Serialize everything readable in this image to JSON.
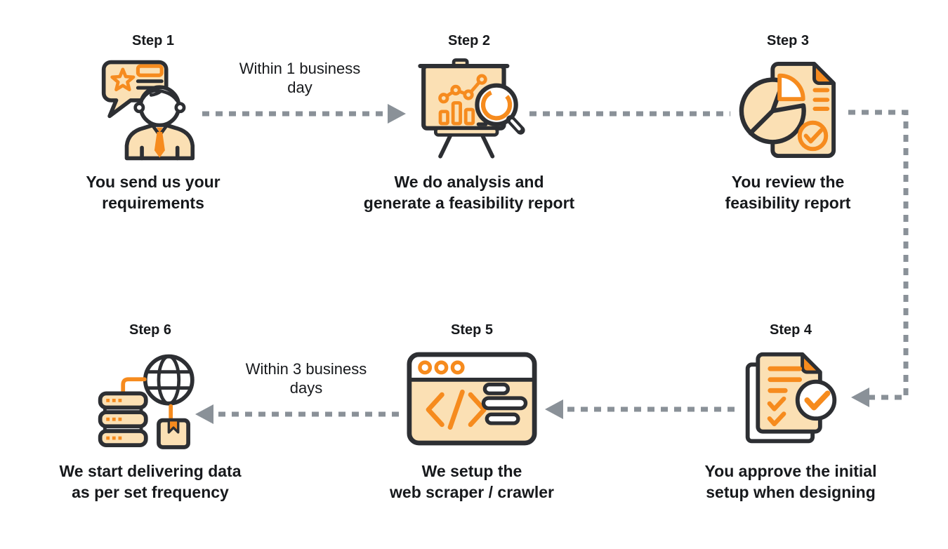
{
  "colors": {
    "ink": "#2d2f33",
    "orange": "#f68b1e",
    "light": "#fbe0b4",
    "gray": "#8a9198",
    "text": "#17191c",
    "bg": "#ffffff"
  },
  "steps": [
    {
      "label": "Step 1",
      "icon": "customer-requirements-icon",
      "caption_lines": [
        "You send us your",
        "requirements"
      ]
    },
    {
      "label": "Step 2",
      "icon": "analysis-report-icon",
      "caption_lines": [
        "We do analysis and",
        "generate a feasibility report"
      ]
    },
    {
      "label": "Step 3",
      "icon": "review-report-icon",
      "caption_lines": [
        "You review the",
        "feasibility report"
      ]
    },
    {
      "label": "Step 4",
      "icon": "approve-setup-icon",
      "caption_lines": [
        "You approve the initial",
        "setup when designing"
      ]
    },
    {
      "label": "Step 5",
      "icon": "web-scraper-icon",
      "caption_lines": [
        "We setup the",
        "web scraper / crawler"
      ]
    },
    {
      "label": "Step 6",
      "icon": "data-delivery-icon",
      "caption_lines": [
        "We start delivering data",
        "as per set frequency"
      ]
    }
  ],
  "connectors": [
    {
      "from": "step-1",
      "to": "step-2",
      "style": "dashed-arrow",
      "label_lines": [
        "Within 1 business",
        "day"
      ]
    },
    {
      "from": "step-2",
      "to": "step-3",
      "style": "dashed-line",
      "label_lines": []
    },
    {
      "from": "step-3",
      "to": "step-4",
      "style": "dashed-elbow-arrow",
      "label_lines": []
    },
    {
      "from": "step-4",
      "to": "step-5",
      "style": "dashed-arrow",
      "label_lines": []
    },
    {
      "from": "step-5",
      "to": "step-6",
      "style": "dashed-arrow",
      "label_lines": [
        "Within 3 business",
        "days"
      ]
    }
  ]
}
